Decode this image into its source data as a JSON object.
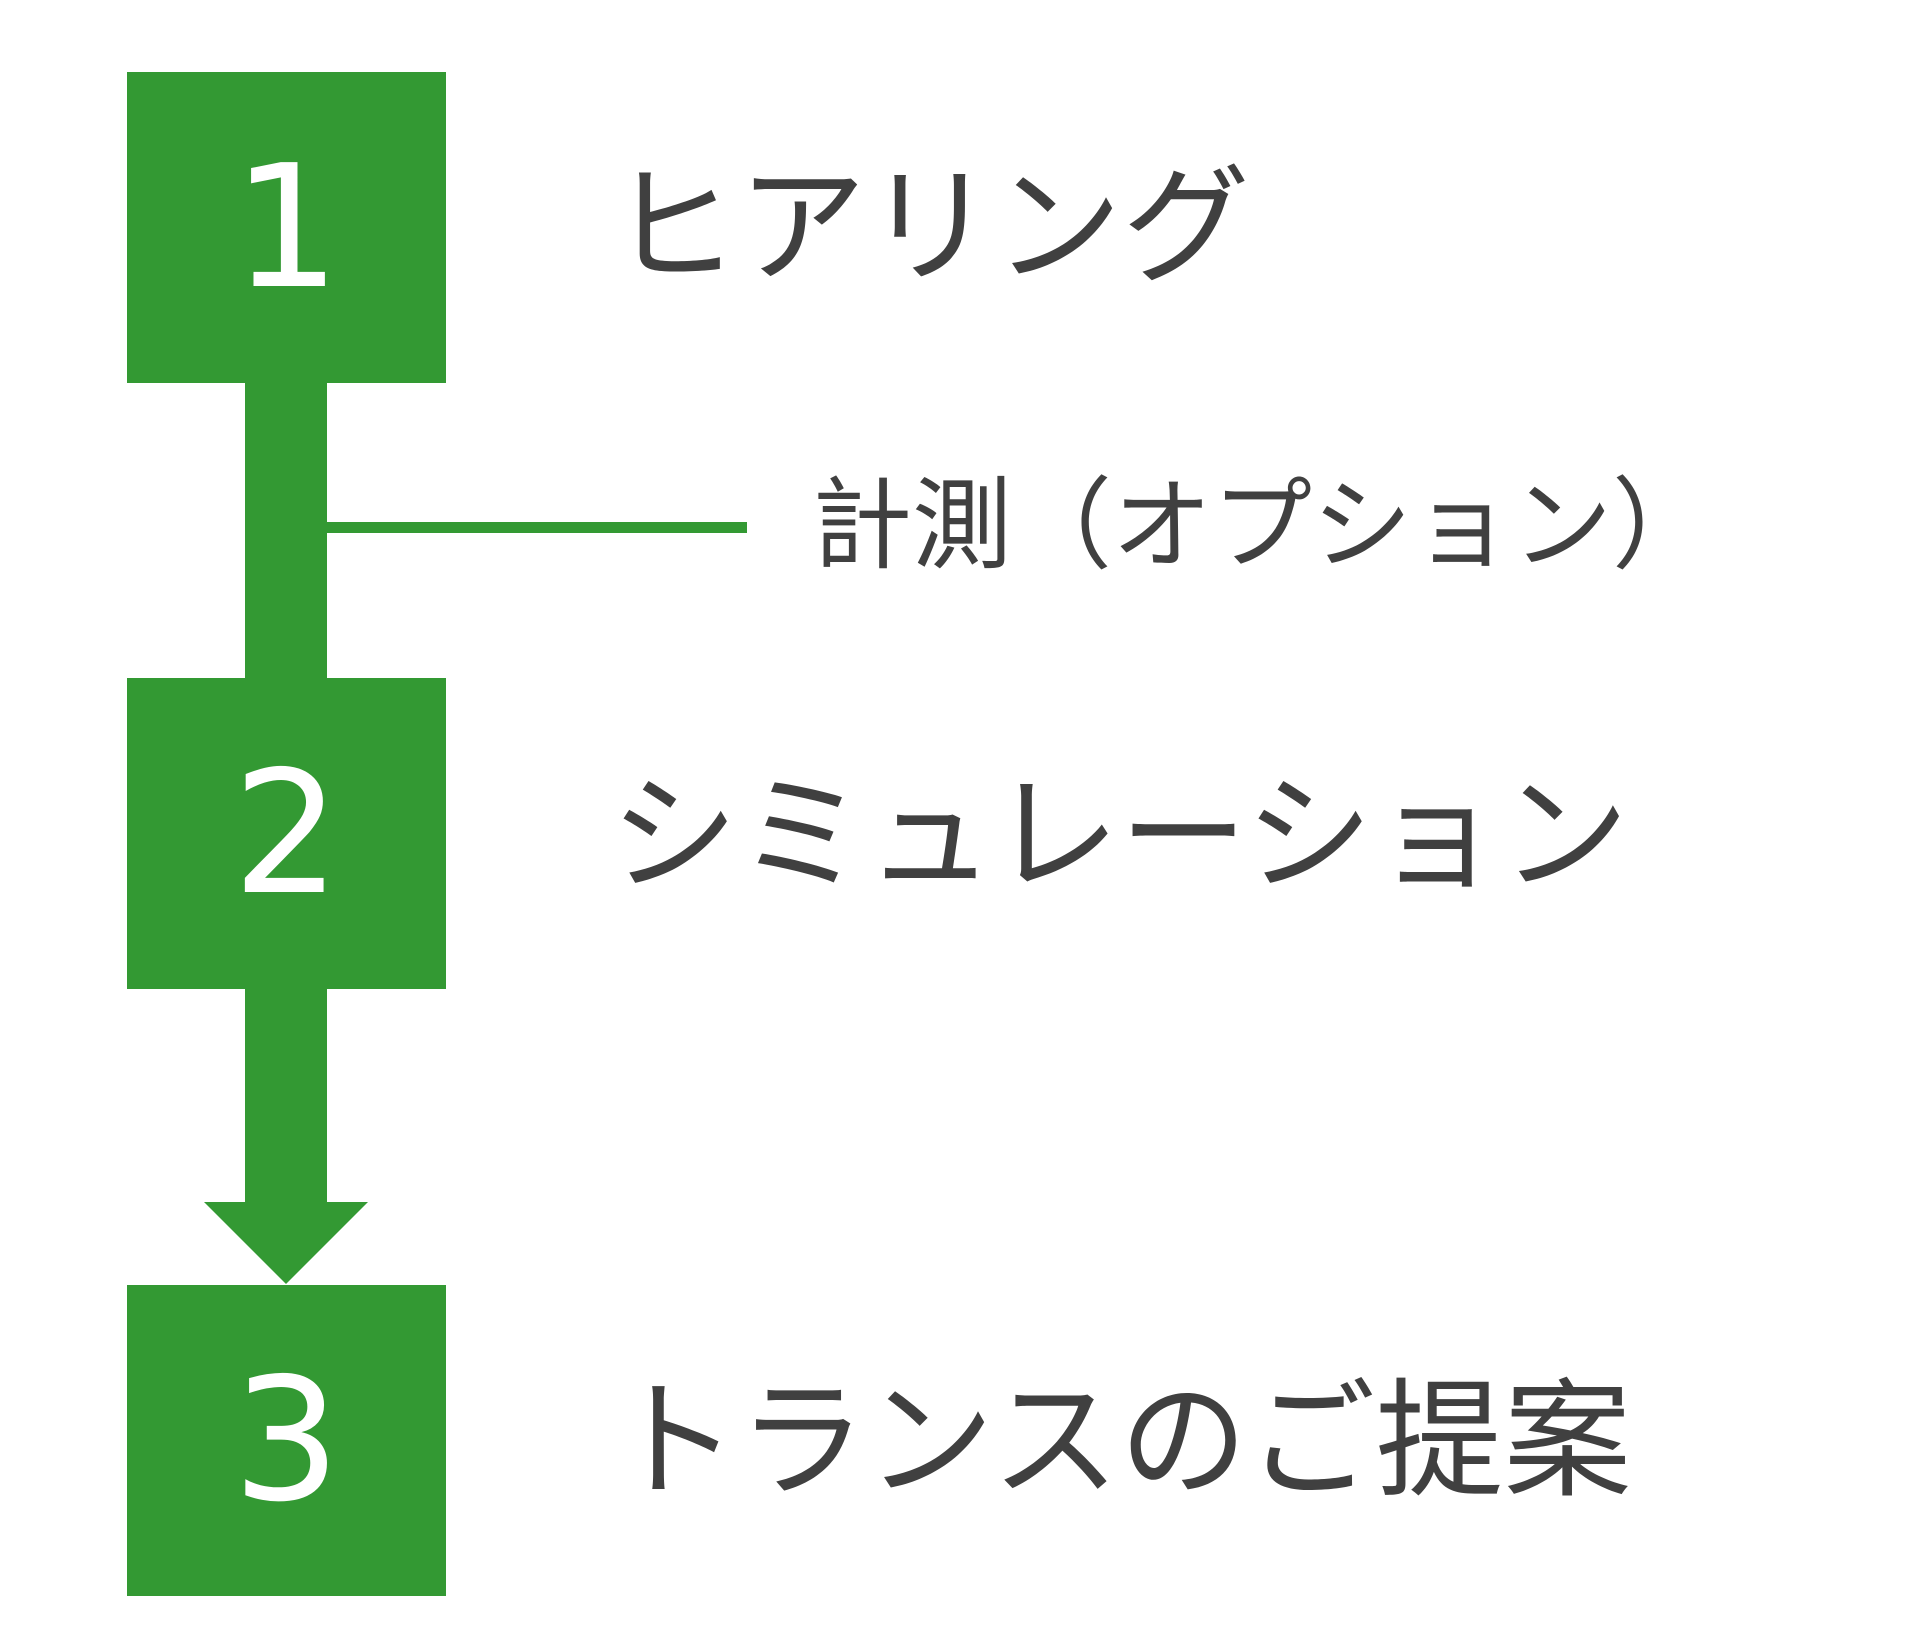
{
  "colors": {
    "accent": "#339933",
    "text": "#404040",
    "step_number": "#ffffff"
  },
  "steps": [
    {
      "number": "1",
      "label": "ヒアリング"
    },
    {
      "number": "2",
      "label": "シミュレーション"
    },
    {
      "number": "3",
      "label": "トランスのご提案"
    }
  ],
  "branch": {
    "label": "計測（オプション）"
  }
}
